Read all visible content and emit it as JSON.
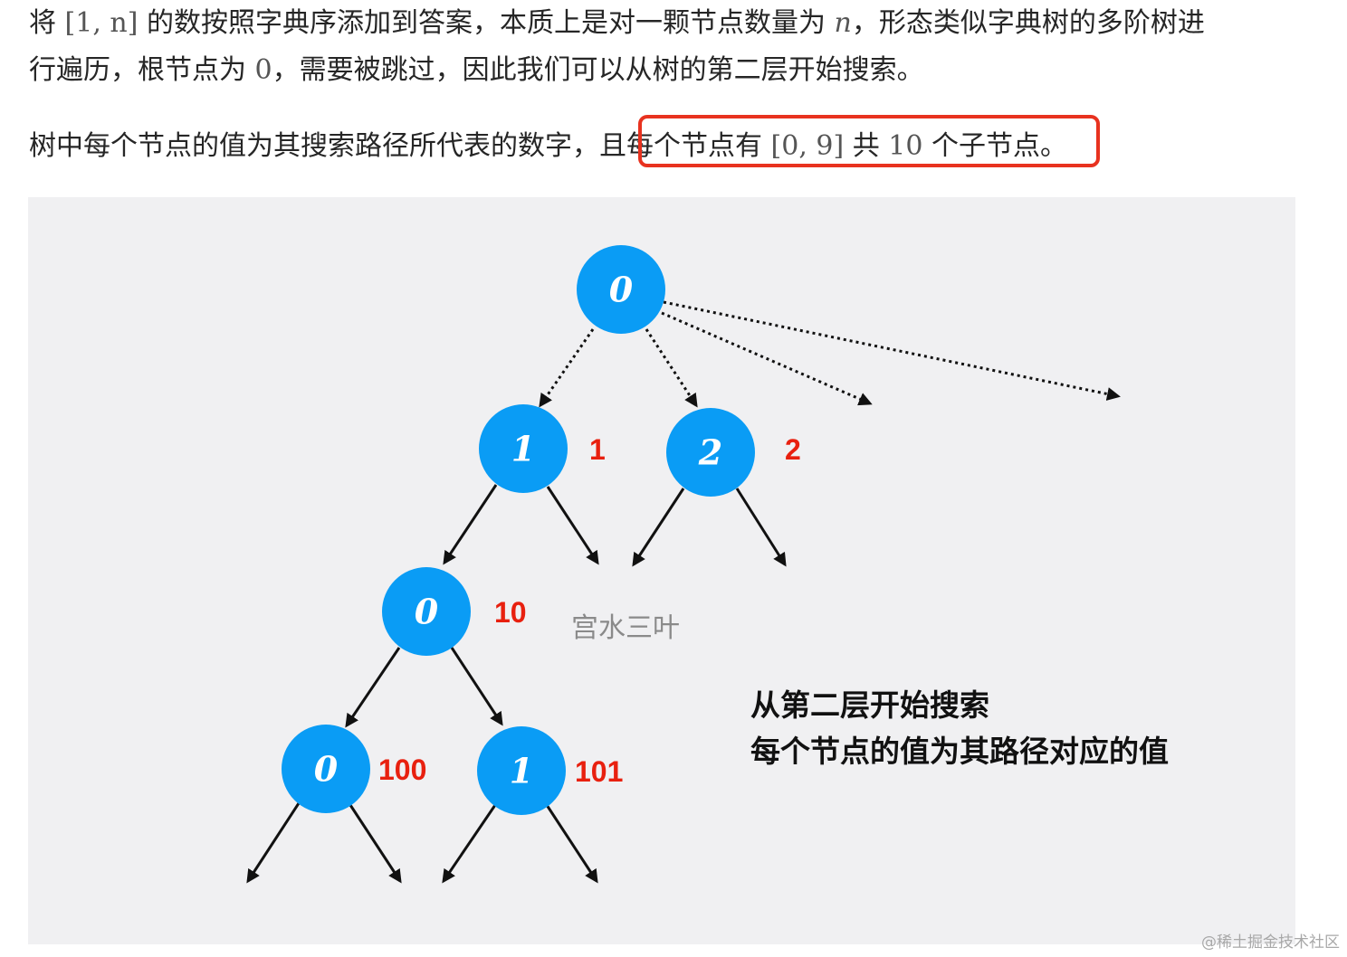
{
  "paragraph1": {
    "part1": "将 ",
    "math1": "[1, n]",
    "part2": " 的数按照字典序添加到答案，本质上是对一颗节点数量为 ",
    "math2": "n",
    "part3": "，形态类似字典树的多阶树进",
    "line2a": "行遍历，根节点为 ",
    "math3": "0",
    "line2b": "，需要被跳过，因此我们可以从树的第二层开始搜索。"
  },
  "paragraph2": {
    "part1": "树中每个节点的值为其搜索路径所代表的数字，",
    "part2": "且每个节点有 ",
    "math1": "[0, 9]",
    "part3": " 共 ",
    "math2": "10",
    "part4": " 个子节点。"
  },
  "diagram": {
    "nodes": [
      {
        "id": "root",
        "digit": "0",
        "value_label": ""
      },
      {
        "id": "n1",
        "digit": "1",
        "value_label": "1"
      },
      {
        "id": "n2",
        "digit": "2",
        "value_label": "2"
      },
      {
        "id": "n10",
        "digit": "0",
        "value_label": "10"
      },
      {
        "id": "n100",
        "digit": "0",
        "value_label": "100"
      },
      {
        "id": "n101",
        "digit": "1",
        "value_label": "101"
      }
    ],
    "watermark": "宫水三叶",
    "note_line1": "从第二层开始搜索",
    "note_line2": "每个节点的值为其路径对应的值",
    "node_color": "#0a9cf5",
    "label_color": "#e8200f",
    "highlight_color": "#e8321f"
  },
  "site_mark": "@稀土掘金技术社区"
}
